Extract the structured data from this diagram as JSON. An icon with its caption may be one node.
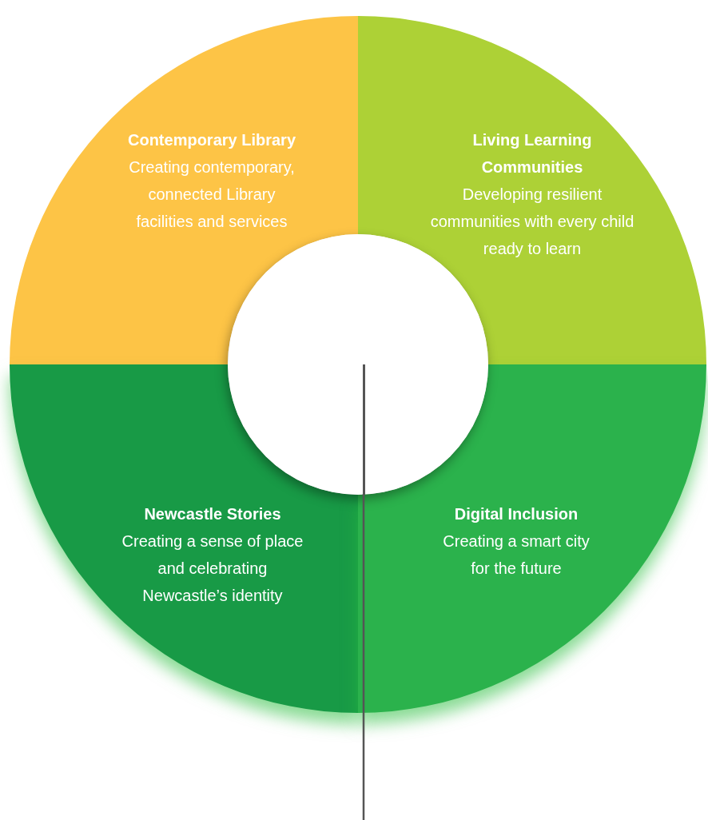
{
  "diagram": {
    "nodes": [
      {
        "text": [
          "Contemporary Library",
          "Creating contemporary, connected Library facilities and services"
        ]
      },
      {
        "text": [
          "Living Learning Communities",
          "Developing resilient communities with every child ready to learn"
        ]
      },
      {
        "text": [
          "Newcastle Stories",
          "Creating a sense of place and celebrating Newcastle’s identity"
        ]
      },
      {
        "text": [
          "Digital Inclusion",
          "Creating a smart city for the future"
        ]
      },
      {
        "text": [],
        "shape": "circle"
      }
    ],
    "edges": [
      {
        "from": null,
        "to": 4,
        "arrow": "none"
      }
    ]
  }
}
